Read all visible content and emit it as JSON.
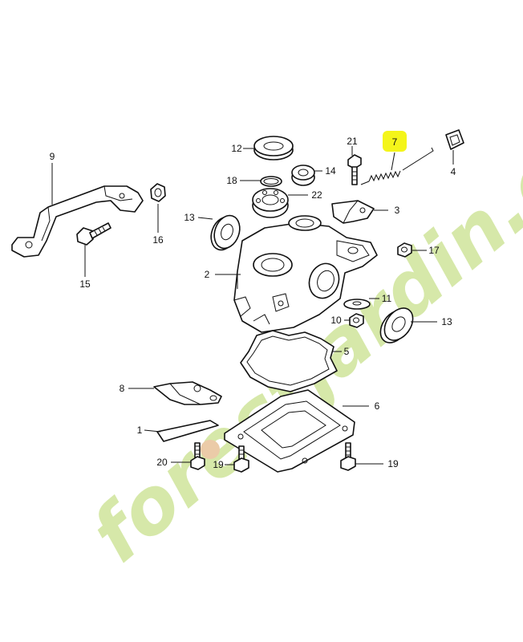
{
  "watermark": {
    "text": "forestjardin.com",
    "color": "#cfe59b",
    "accent_color": "#e8c39a",
    "dot_color": "#cfc3b4"
  },
  "highlight": {
    "color": "#f4f51a",
    "part_number": "7"
  },
  "callouts": [
    {
      "id": "c1",
      "number": "1"
    },
    {
      "id": "c2",
      "number": "2"
    },
    {
      "id": "c3",
      "number": "3"
    },
    {
      "id": "c4",
      "number": "4"
    },
    {
      "id": "c5",
      "number": "5"
    },
    {
      "id": "c6",
      "number": "6"
    },
    {
      "id": "c8",
      "number": "8"
    },
    {
      "id": "c9",
      "number": "9"
    },
    {
      "id": "c10",
      "number": "10"
    },
    {
      "id": "c11",
      "number": "11"
    },
    {
      "id": "c12",
      "number": "12"
    },
    {
      "id": "c13a",
      "number": "13"
    },
    {
      "id": "c13b",
      "number": "13"
    },
    {
      "id": "c14",
      "number": "14"
    },
    {
      "id": "c15",
      "number": "15"
    },
    {
      "id": "c16",
      "number": "16"
    },
    {
      "id": "c17",
      "number": "17"
    },
    {
      "id": "c18",
      "number": "18"
    },
    {
      "id": "c19a",
      "number": "19"
    },
    {
      "id": "c19b",
      "number": "19"
    },
    {
      "id": "c20",
      "number": "20"
    },
    {
      "id": "c21",
      "number": "21"
    },
    {
      "id": "c22",
      "number": "22"
    }
  ]
}
